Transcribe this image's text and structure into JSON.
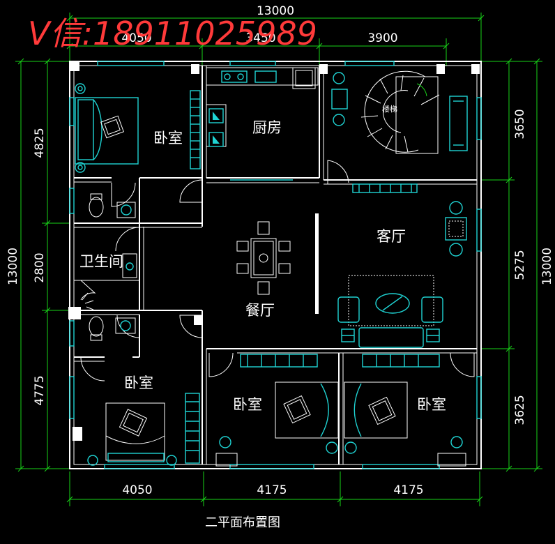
{
  "watermark": "V信:18911025989",
  "title": "二平面布置图",
  "rooms": {
    "bedroom_nw": "卧室",
    "kitchen": "厨房",
    "stairs": "楼梯",
    "bathroom": "卫生间",
    "living": "客厅",
    "dining": "餐厅",
    "bedroom_sw": "卧室",
    "bedroom_s": "卧室",
    "bedroom_se": "卧室"
  },
  "dims": {
    "top_total": "13000",
    "top_1": "4050",
    "top_2": "3450",
    "top_3": "3900",
    "bottom_1": "4050",
    "bottom_2": "4175",
    "bottom_3": "4175",
    "left_total": "13000",
    "left_1": "4825",
    "left_2": "2800",
    "left_3": "4775",
    "right_total": "13000",
    "right_1": "3650",
    "right_2": "5275",
    "right_3": "3625"
  },
  "colors": {
    "wall": "#ffffff",
    "fixture": "#1fd3d3",
    "dimension": "#19d419",
    "watermark": "#ff3a3a"
  }
}
